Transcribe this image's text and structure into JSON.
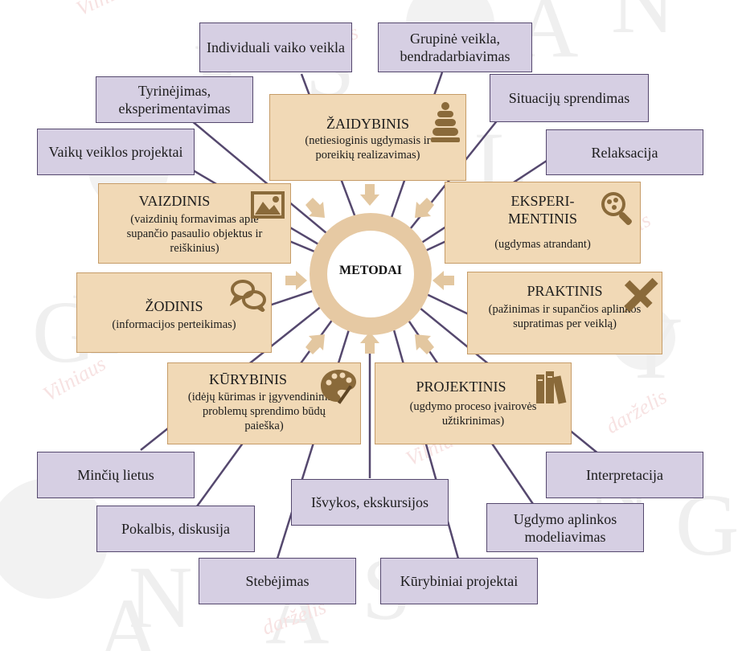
{
  "watermark": {
    "letters": [
      "G",
      "S",
      "A",
      "N",
      "N",
      "Y",
      "A",
      "S",
      "Ė",
      "L",
      "I",
      "N",
      "G",
      "Y",
      "N",
      "A"
    ],
    "script_text": [
      "Vilniaus",
      "Vilniaus",
      "darželis",
      "darželis",
      "Vilniaus",
      "darželis",
      "darželis"
    ]
  },
  "center": {
    "label": "METODAI"
  },
  "outer_boxes": [
    {
      "label": "Individuali vaiko veikla"
    },
    {
      "label": "Grupinė veikla, bendradarbiavimas"
    },
    {
      "label": "Tyrinėjimas, eksperimentavimas"
    },
    {
      "label": "Situacijų sprendimas"
    },
    {
      "label": "Vaikų veiklos projektai"
    },
    {
      "label": "Relaksacija"
    },
    {
      "label": "Minčių lietus"
    },
    {
      "label": "Interpretacija"
    },
    {
      "label": "Pokalbis, diskusija"
    },
    {
      "label": "Išvykos, ekskursijos"
    },
    {
      "label": "Ugdymo aplinkos modeliavimas"
    },
    {
      "label": "Stebėjimas"
    },
    {
      "label": "Kūrybiniai projektai"
    }
  ],
  "methods": [
    {
      "title": "ŽAIDYBINIS",
      "desc": "(netiesioginis ugdymasis ir poreikių realizavimas)",
      "icon": "stacking-rings-toy-icon"
    },
    {
      "title": "VAIZDINIS",
      "desc": "(vaizdinių formavimas apie supančio pasaulio objektus ir reiškinius)",
      "icon": "picture-icon"
    },
    {
      "title": "EKSPERI-MENTINIS",
      "desc": "(ugdymas atrandant)",
      "icon": "magnifier-icon"
    },
    {
      "title": "ŽODINIS",
      "desc": "(informacijos perteikimas)",
      "icon": "speech-bubbles-icon"
    },
    {
      "title": "PRAKTINIS",
      "desc": "(pažinimas ir supančios aplinkos supratimas per veiklą)",
      "icon": "pencil-ruler-icon"
    },
    {
      "title": "KŪRYBINIS",
      "desc": "(idėjų kūrimas ir įgyvendinimas, problemų sprendimo būdų paieška)",
      "icon": "palette-icon"
    },
    {
      "title": "PROJEKTINIS",
      "desc": "(ugdymo proceso įvairovės užtikrinimas)",
      "icon": "books-icon"
    }
  ],
  "colors": {
    "outer_fill": "#d6cfe3",
    "outer_border": "#55486e",
    "connector": "#55486e",
    "method_fill": "#f1d9b6",
    "method_border": "#c69c68",
    "arrow": "#e3c7a0",
    "ring": "#e6c9a3",
    "icon": "#8a6a3a"
  }
}
